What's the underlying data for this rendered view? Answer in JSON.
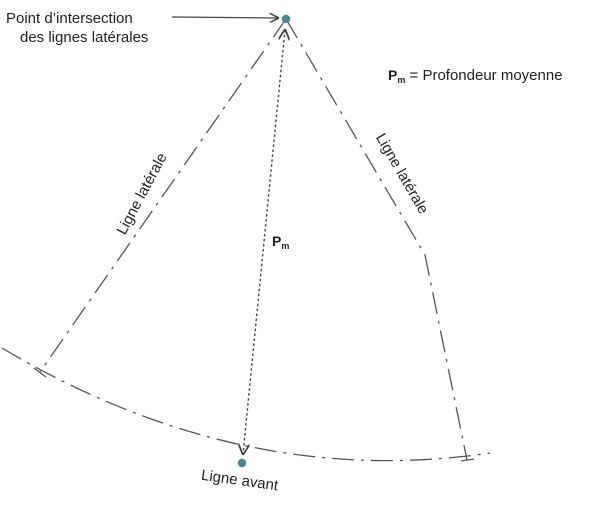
{
  "labels": {
    "intersection_line1": "Point d’intersection",
    "intersection_line2": "des lignes latérales",
    "lateral_left": "Ligne latérale",
    "lateral_right": "Ligne latérale",
    "front_line": "Ligne avant",
    "pm_symbol": "P",
    "pm_subscript": "m",
    "legend_symbol": "P",
    "legend_subscript": "m",
    "legend_text": " = Profondeur moyenne"
  },
  "colors": {
    "line": "#555555",
    "point": "#4a8590",
    "text": "#1f1f1f"
  }
}
